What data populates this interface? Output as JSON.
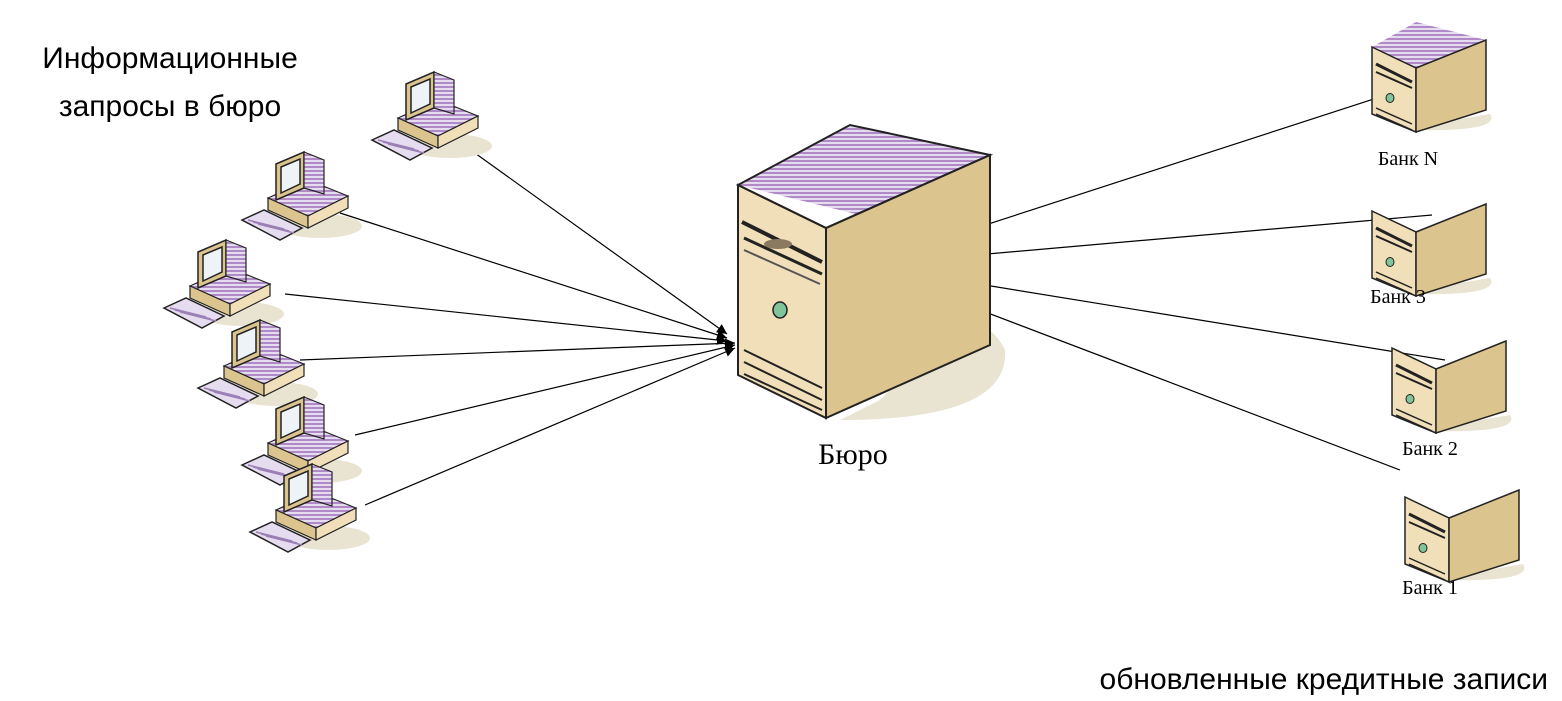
{
  "labels": {
    "requests_line1": "Информационные",
    "requests_line2": "запросы в бюро",
    "bureau": "Бюро",
    "updates": "обновленные кредитные записи"
  },
  "banks": [
    {
      "label": "Банк N"
    },
    {
      "label": "Банк 3"
    },
    {
      "label": "Банк 2"
    },
    {
      "label": "Банк 1"
    }
  ],
  "colors": {
    "case_front": "#f0dfb8",
    "case_side": "#dcc48e",
    "case_top": "#b48cc8",
    "shadow": "#e9e3d2",
    "led": "#7fc49b",
    "line": "#000000"
  }
}
